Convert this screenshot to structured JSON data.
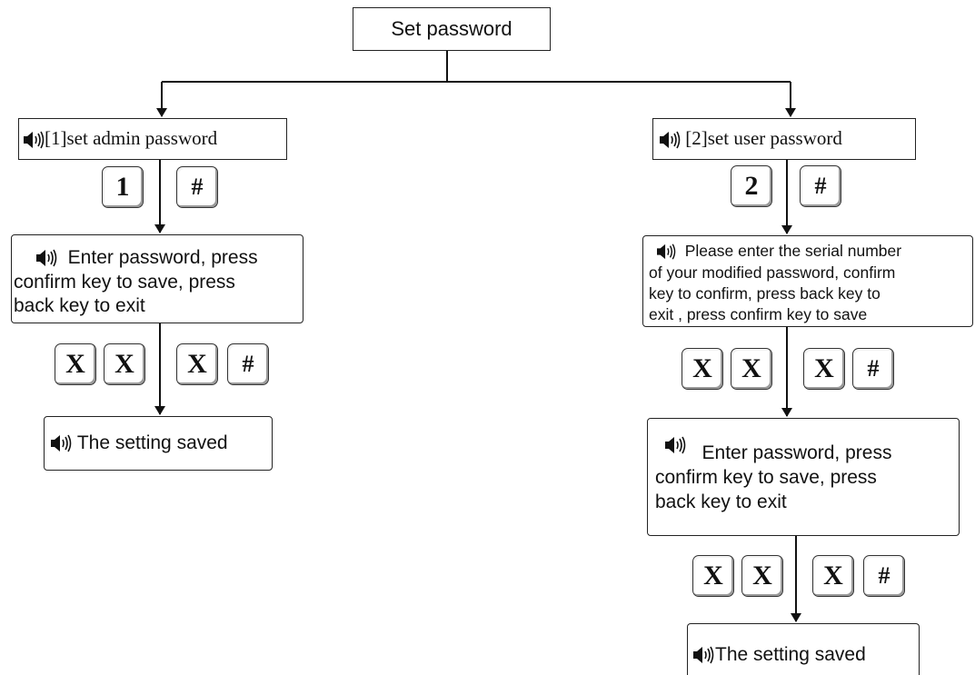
{
  "title": "Set password",
  "left_branch": {
    "heading_text": "[1]set admin password",
    "keys_1": [
      "1",
      "#"
    ],
    "prompt_lines": [
      "Enter password, press",
      "confirm key to save, press",
      "back key to exit"
    ],
    "keys_2": [
      "X",
      "X",
      "X",
      "#"
    ],
    "result_text": "The setting saved"
  },
  "right_branch": {
    "heading_text": "[2]set user password",
    "keys_1": [
      "2",
      "#"
    ],
    "prompt1_lines": [
      "Please enter the serial number",
      "of your modified password, confirm",
      "key to confirm, press back key to",
      "exit , press confirm key to save"
    ],
    "keys_2": [
      "X",
      "X",
      "X",
      "#"
    ],
    "prompt2_lines": [
      "Enter password, press",
      "confirm key to save, press",
      "back key to exit"
    ],
    "keys_3": [
      "X",
      "X",
      "X",
      "#"
    ],
    "result_text": "The setting saved"
  },
  "icons": {
    "speaker": "speaker-icon"
  }
}
